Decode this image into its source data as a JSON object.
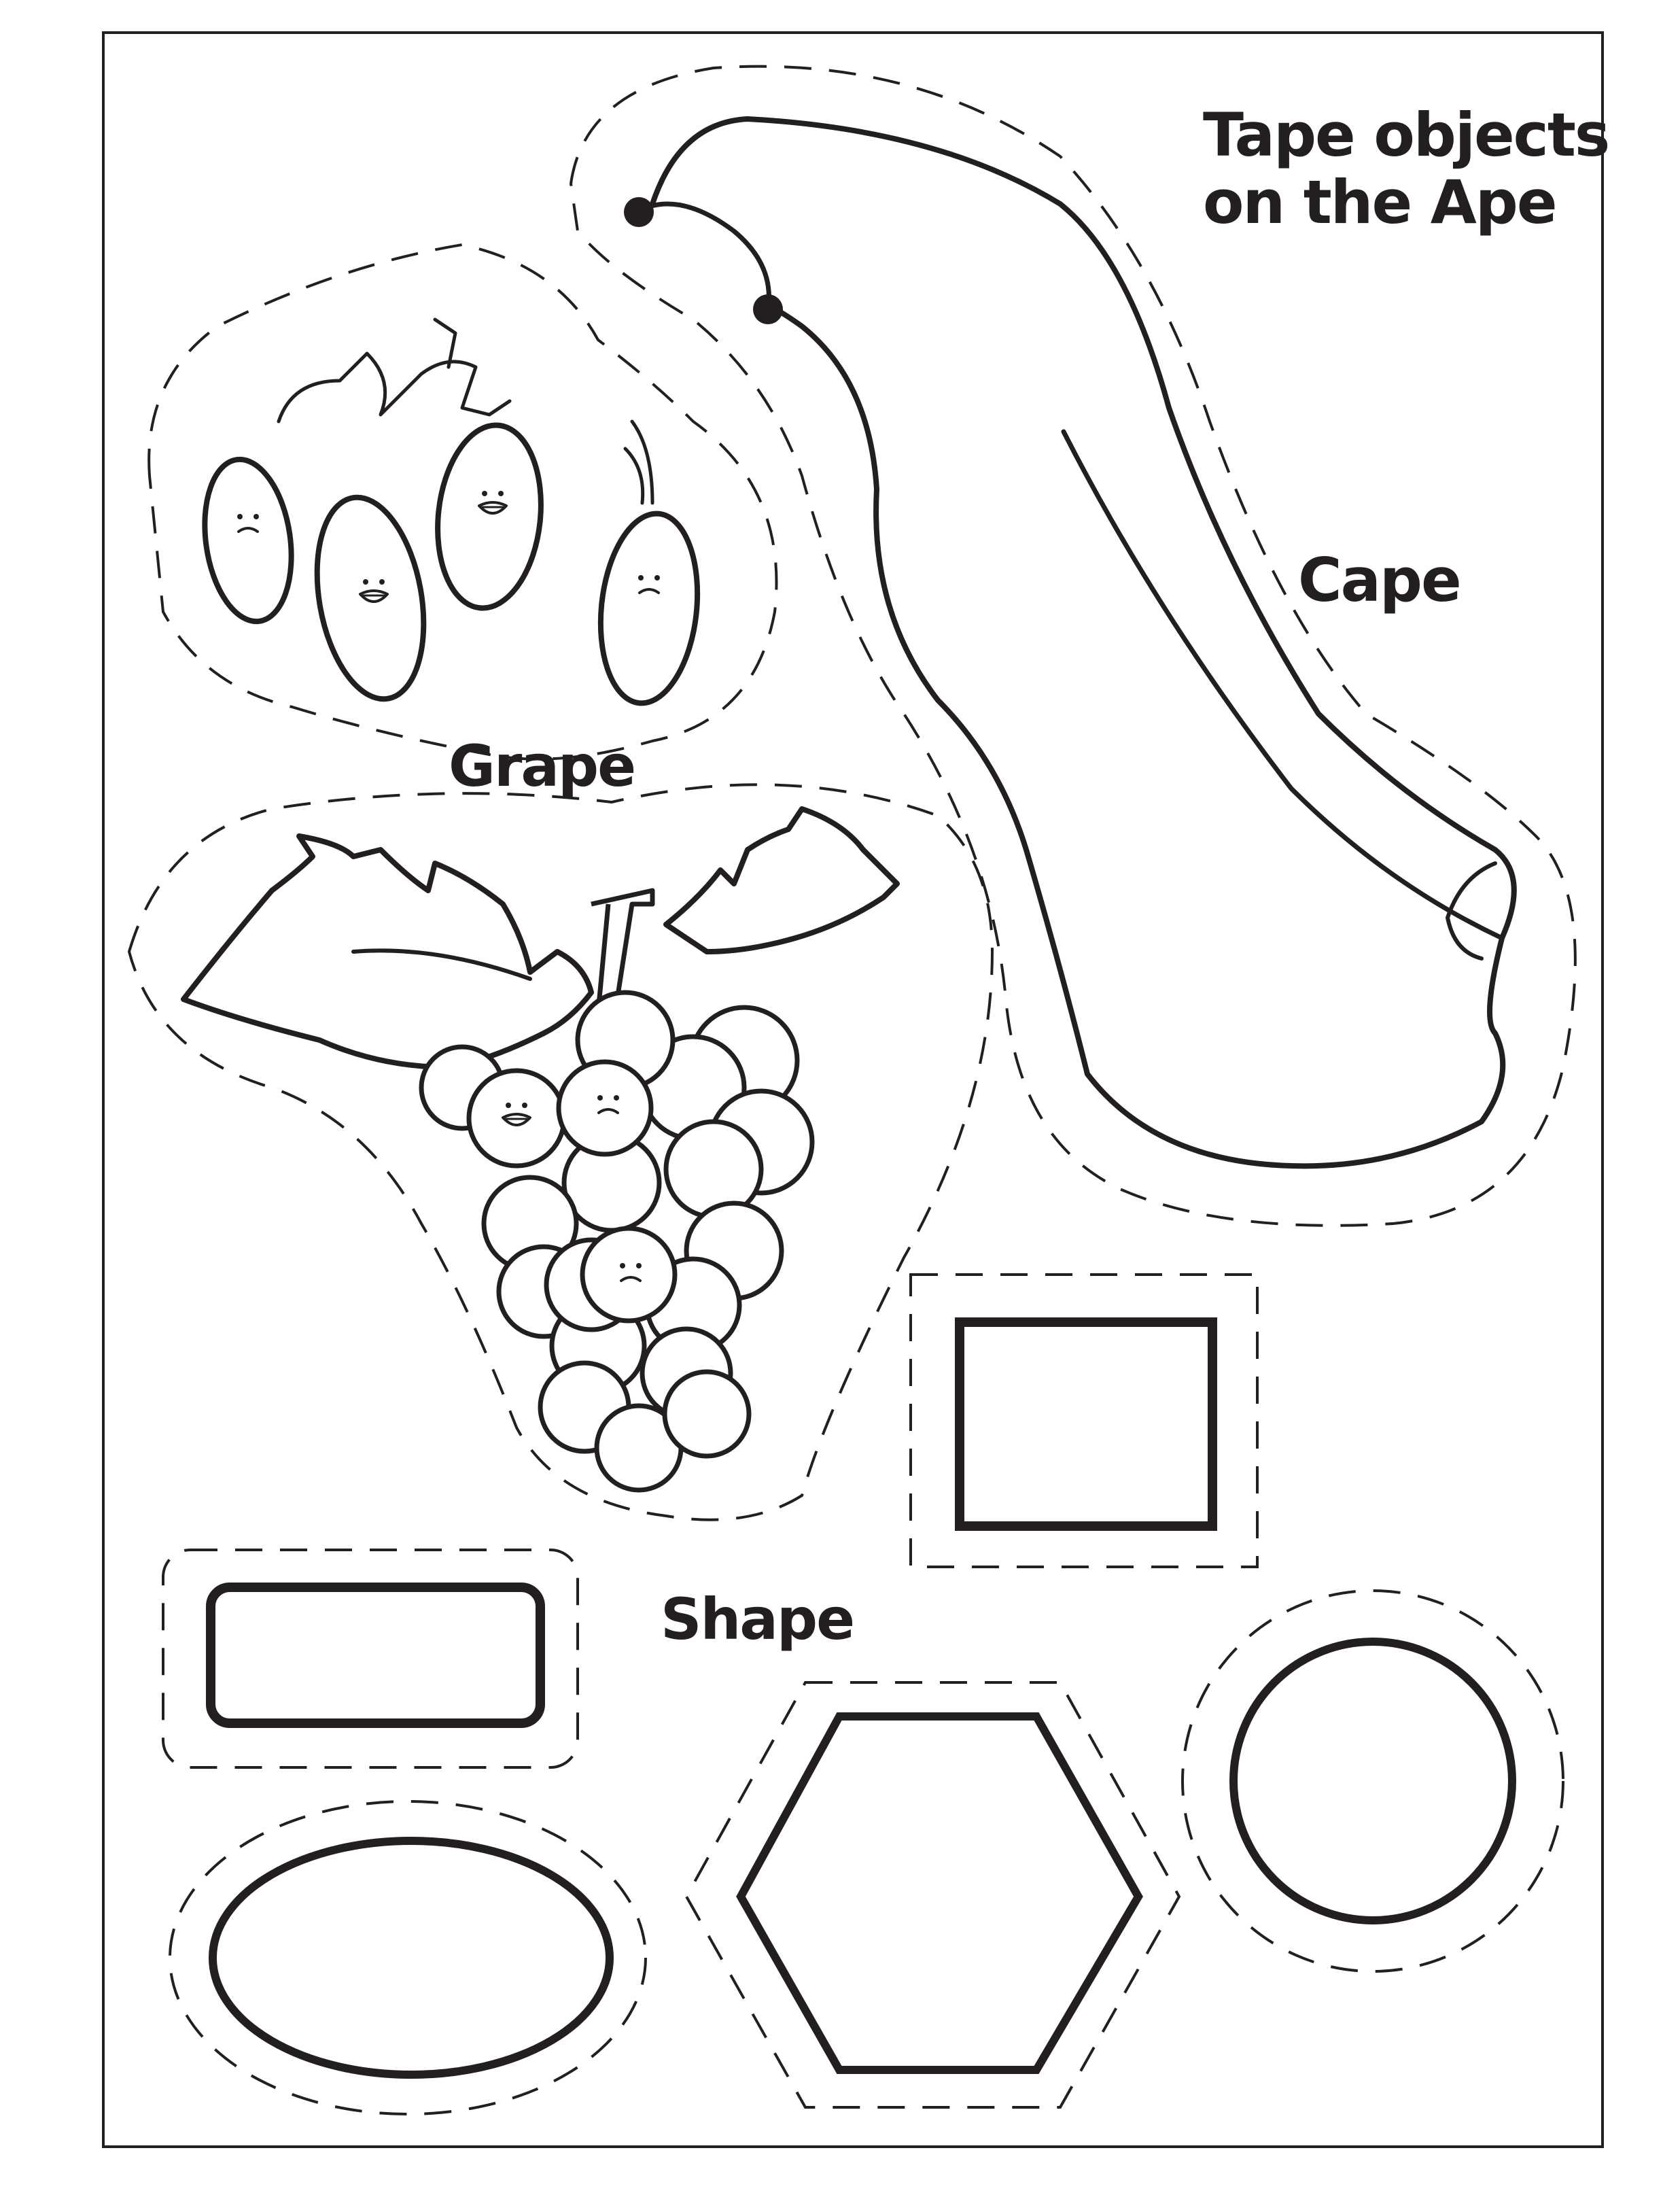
{
  "worksheet": {
    "title_line_1": "Tape objects",
    "title_line_2": "on the Ape",
    "labels": {
      "cape": "Cape",
      "grape": "Grape",
      "shape": "Shape"
    },
    "colors": {
      "ink": "#231f20",
      "paper": "#ffffff"
    }
  }
}
